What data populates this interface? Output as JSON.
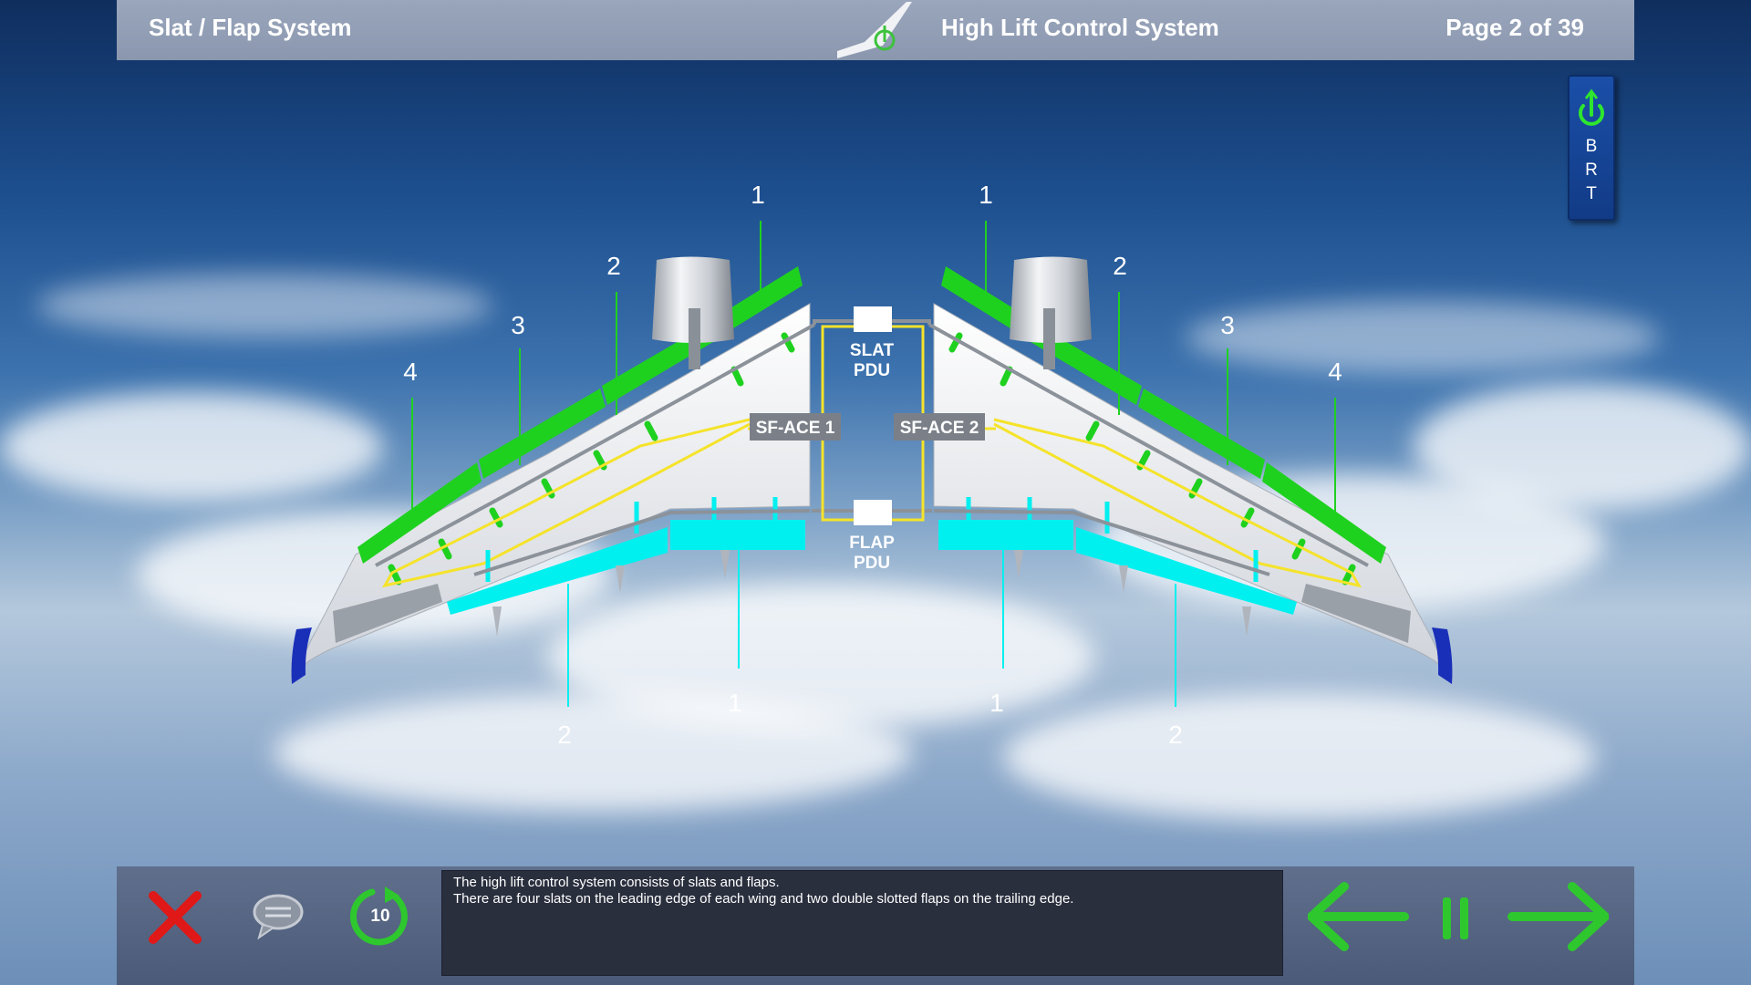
{
  "header": {
    "module_title": "Slat / Flap System",
    "page_title": "High Lift Control System",
    "page_counter": "Page 2 of 39",
    "logo_icon": "tail-fin-power-icon"
  },
  "brt_button": {
    "letters": [
      "B",
      "R",
      "T"
    ],
    "icon": "power-icon"
  },
  "diagram": {
    "slat_pdu_label": [
      "SLAT",
      "PDU"
    ],
    "flap_pdu_label": [
      "FLAP",
      "PDU"
    ],
    "sface1_label": "SF-ACE 1",
    "sface2_label": "SF-ACE 2",
    "slat_numbers_left": [
      "1",
      "2",
      "3",
      "4"
    ],
    "slat_numbers_right": [
      "1",
      "2",
      "3",
      "4"
    ],
    "flap_numbers_left": [
      "1",
      "2"
    ],
    "flap_numbers_right": [
      "1",
      "2"
    ],
    "slat_color": "#1fd11f",
    "flap_color": "#00f0f0",
    "control_wire_color": "#f5e32a"
  },
  "caption": {
    "line1": "The high lift control system consists of slats and flaps.",
    "line2": "There are four slats on the leading edge of each wing and two double slotted flaps on the trailing edge."
  },
  "controls": {
    "close_icon": "close-x-icon",
    "comment_icon": "speech-bubble-icon",
    "replay_label": "10",
    "back_icon": "arrow-left-icon",
    "pause_icon": "pause-icon",
    "next_icon": "arrow-right-icon"
  }
}
